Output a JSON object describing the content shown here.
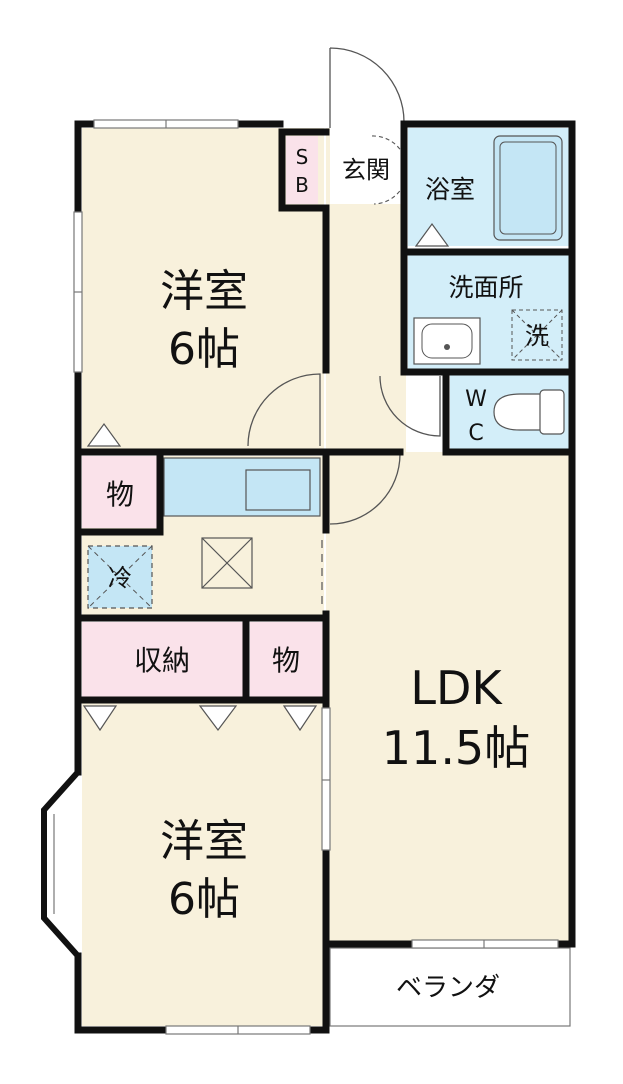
{
  "colors": {
    "room_cream": "#f8f1dc",
    "wet_blue": "#d3eef9",
    "storage_pink": "#fae2ea",
    "wall": "#111111",
    "fixture_blue": "#c4e6f5",
    "outline": "#555555"
  },
  "rooms": {
    "western_room_top": {
      "name": "洋室",
      "size": "6帖"
    },
    "western_room_bottom": {
      "name": "洋室",
      "size": "6帖"
    },
    "ldk": {
      "name": "LDK",
      "size": "11.5帖"
    },
    "entrance": {
      "label": "玄関"
    },
    "shoe_box": {
      "label_1": "S",
      "label_2": "B"
    },
    "bathroom": {
      "label": "浴室"
    },
    "washroom": {
      "label": "洗面所"
    },
    "washer_space": {
      "label": "洗"
    },
    "toilet": {
      "label_1": "W",
      "label_2": "C"
    },
    "storage_top": {
      "label": "物"
    },
    "refrigerator": {
      "label": "冷"
    },
    "closet": {
      "label": "収納"
    },
    "storage_bottom": {
      "label": "物"
    },
    "balcony": {
      "label": "ベランダ"
    }
  }
}
